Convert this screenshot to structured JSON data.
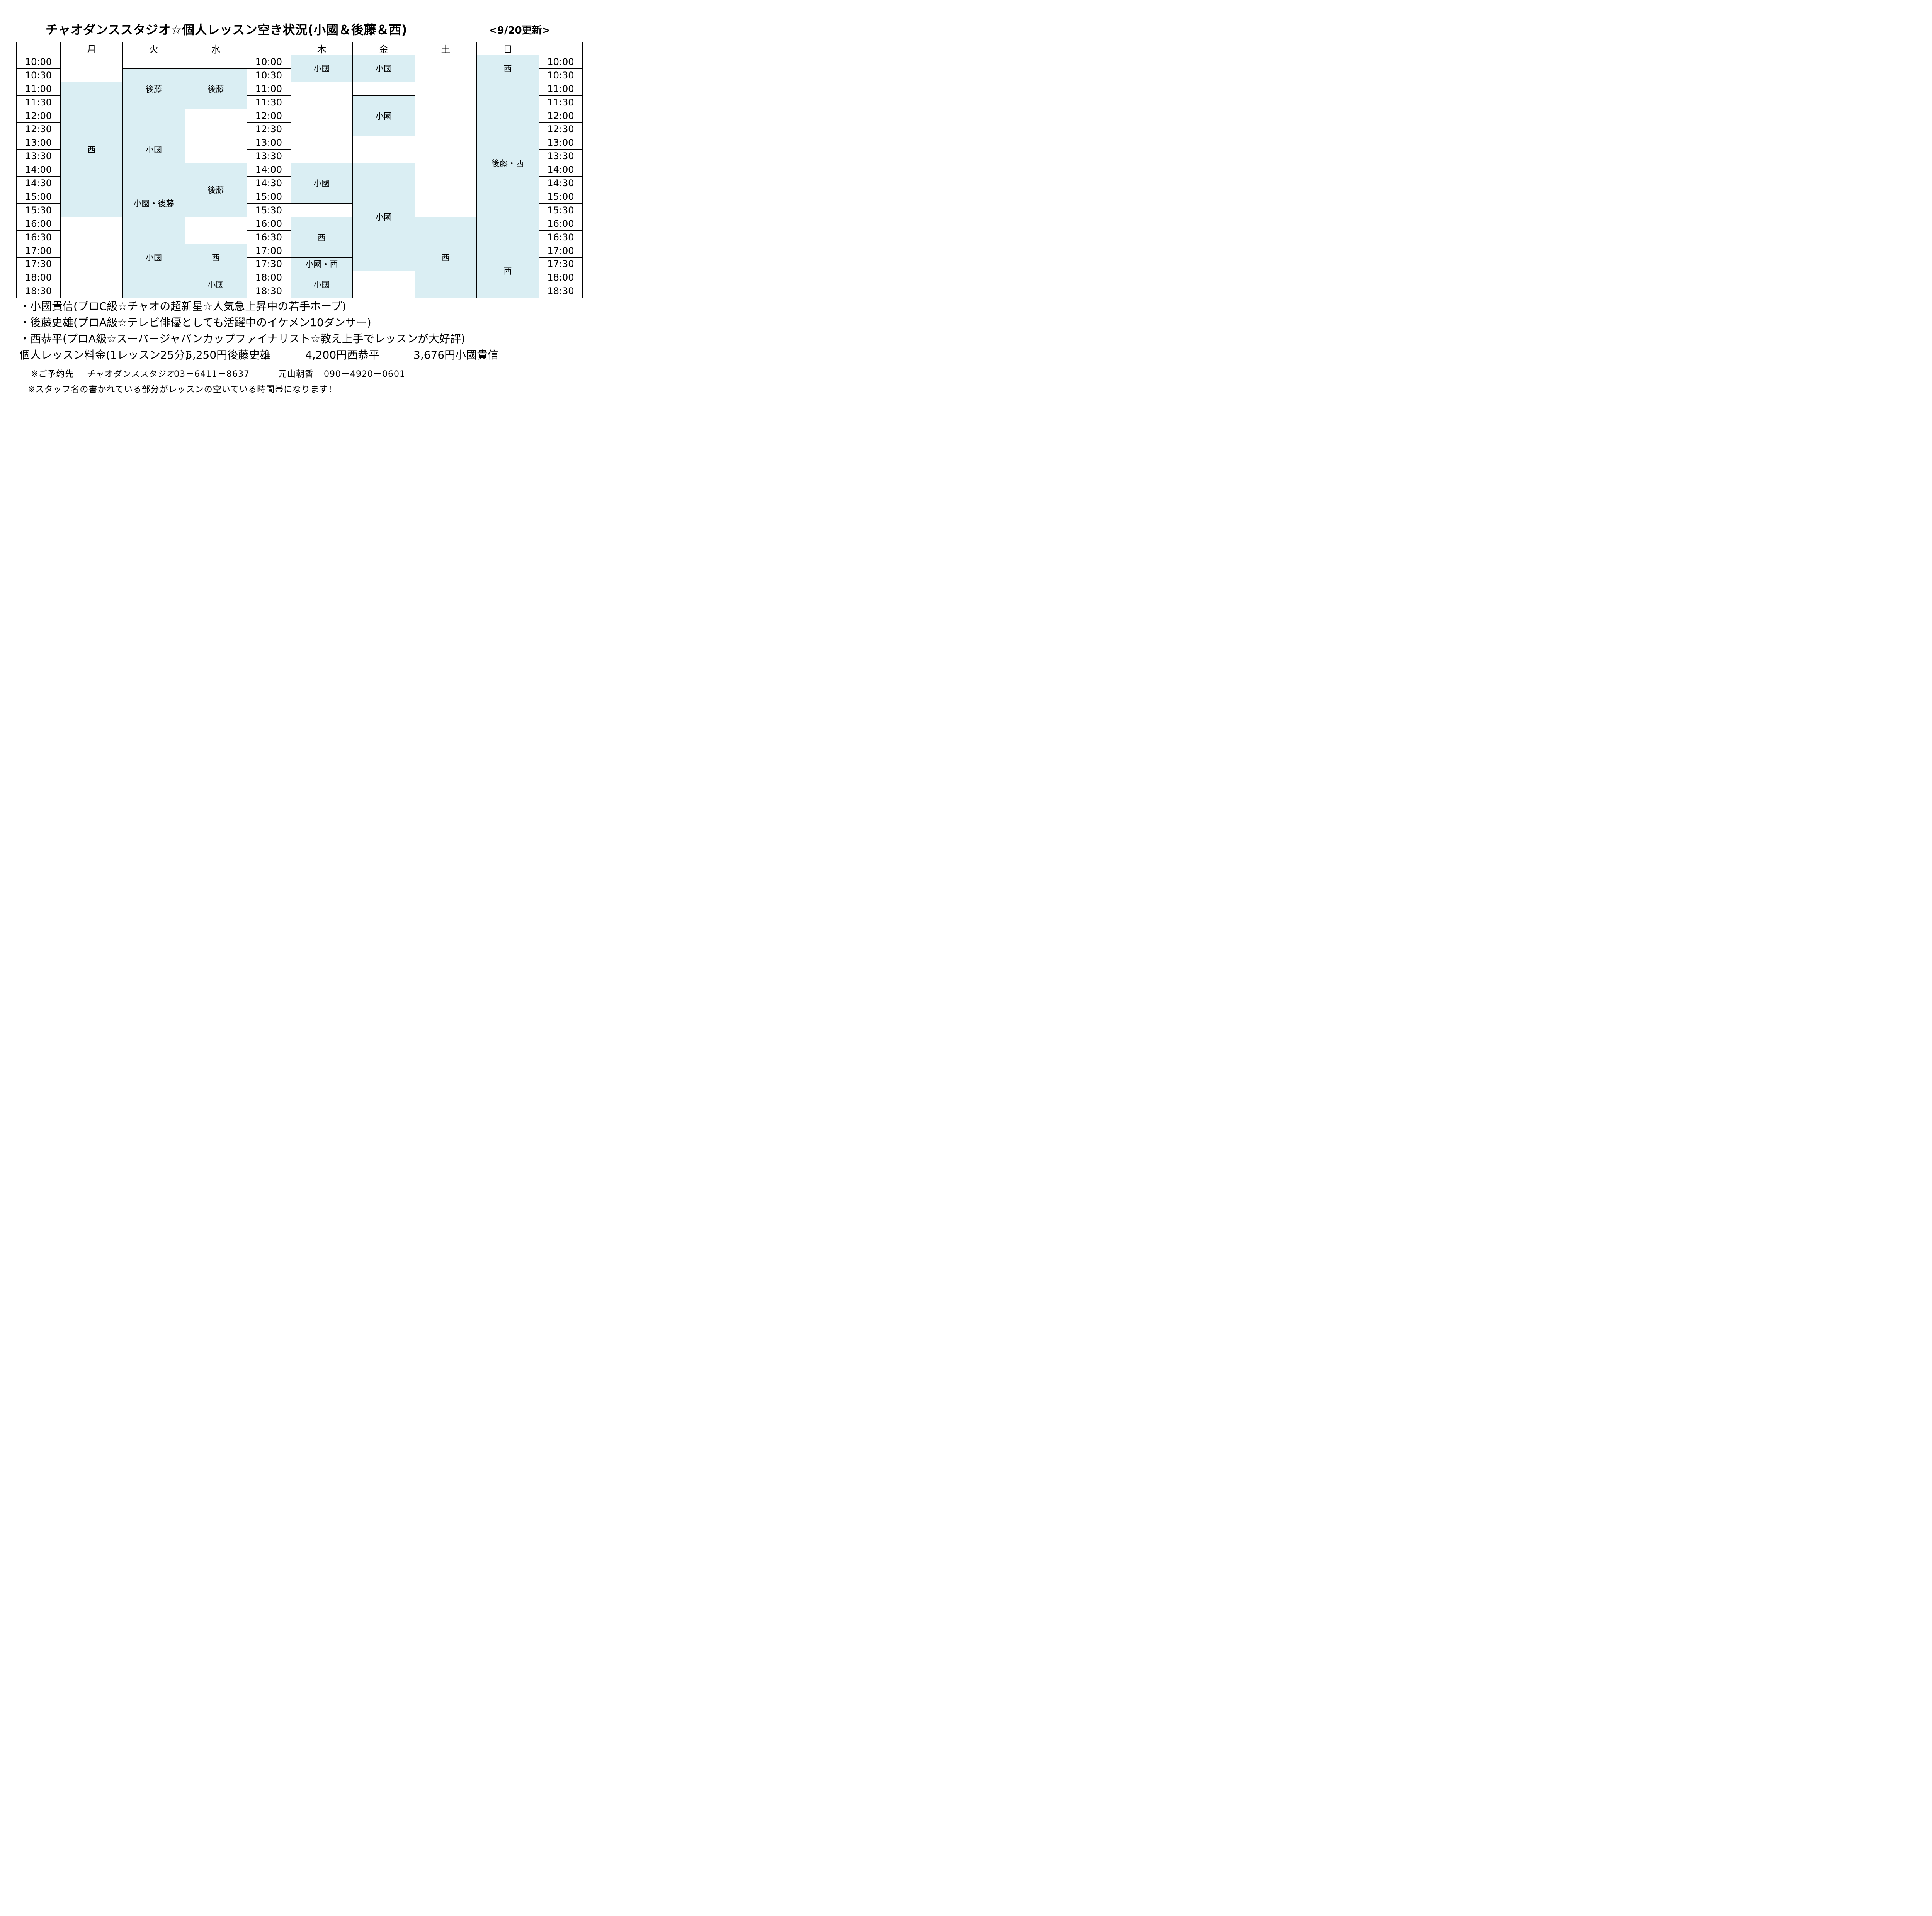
{
  "title": "チャオダンススタジオ☆個人レッスン空き状況(小國＆後藤＆西)",
  "updated": "<9/20更新>",
  "schedule": {
    "headers": [
      "",
      "月",
      "火",
      "水",
      "",
      "木",
      "金",
      "土",
      "日",
      ""
    ],
    "times": [
      "10:00",
      "10:30",
      "11:00",
      "11:30",
      "12:00",
      "12:30",
      "13:00",
      "13:30",
      "14:00",
      "14:30",
      "15:00",
      "15:30",
      "16:00",
      "16:30",
      "17:00",
      "17:30",
      "18:00",
      "18:30"
    ],
    "day_columns": [
      {
        "day": "月",
        "col": 1,
        "blocks": [
          {
            "start": 0,
            "span": 2,
            "label": "",
            "available": false
          },
          {
            "start": 2,
            "span": 10,
            "label": "西",
            "available": true
          },
          {
            "start": 12,
            "span": 6,
            "label": "",
            "available": false
          }
        ]
      },
      {
        "day": "火",
        "col": 2,
        "blocks": [
          {
            "start": 0,
            "span": 1,
            "label": "",
            "available": false
          },
          {
            "start": 1,
            "span": 3,
            "label": "後藤",
            "available": true
          },
          {
            "start": 4,
            "span": 6,
            "label": "小國",
            "available": true
          },
          {
            "start": 10,
            "span": 2,
            "label": "小國・後藤",
            "available": true
          },
          {
            "start": 12,
            "span": 6,
            "label": "小國",
            "available": true
          }
        ]
      },
      {
        "day": "水",
        "col": 3,
        "blocks": [
          {
            "start": 0,
            "span": 1,
            "label": "",
            "available": false
          },
          {
            "start": 1,
            "span": 3,
            "label": "後藤",
            "available": true
          },
          {
            "start": 4,
            "span": 4,
            "label": "",
            "available": false
          },
          {
            "start": 8,
            "span": 4,
            "label": "後藤",
            "available": true
          },
          {
            "start": 12,
            "span": 2,
            "label": "",
            "available": false
          },
          {
            "start": 14,
            "span": 2,
            "label": "西",
            "available": true
          },
          {
            "start": 16,
            "span": 2,
            "label": "小國",
            "available": true
          }
        ]
      },
      {
        "day": "木",
        "col": 5,
        "blocks": [
          {
            "start": 0,
            "span": 2,
            "label": "小國",
            "available": true
          },
          {
            "start": 2,
            "span": 6,
            "label": "",
            "available": false
          },
          {
            "start": 8,
            "span": 3,
            "label": "小國",
            "available": true
          },
          {
            "start": 11,
            "span": 1,
            "label": "",
            "available": false
          },
          {
            "start": 12,
            "span": 3,
            "label": "西",
            "available": true
          },
          {
            "start": 15,
            "span": 1,
            "label": "小國・西",
            "available": true
          },
          {
            "start": 16,
            "span": 2,
            "label": "小國",
            "available": true
          }
        ]
      },
      {
        "day": "金",
        "col": 6,
        "blocks": [
          {
            "start": 0,
            "span": 2,
            "label": "小國",
            "available": true
          },
          {
            "start": 2,
            "span": 1,
            "label": "",
            "available": false
          },
          {
            "start": 3,
            "span": 3,
            "label": "小國",
            "available": true
          },
          {
            "start": 6,
            "span": 2,
            "label": "",
            "available": false
          },
          {
            "start": 8,
            "span": 8,
            "label": "小國",
            "available": true
          },
          {
            "start": 16,
            "span": 2,
            "label": "",
            "available": false
          }
        ]
      },
      {
        "day": "土",
        "col": 7,
        "blocks": [
          {
            "start": 0,
            "span": 12,
            "label": "",
            "available": false
          },
          {
            "start": 12,
            "span": 6,
            "label": "西",
            "available": true
          }
        ]
      },
      {
        "day": "日",
        "col": 8,
        "blocks": [
          {
            "start": 0,
            "span": 2,
            "label": "西",
            "available": true
          },
          {
            "start": 2,
            "span": 12,
            "label": "後藤・西",
            "available": true
          },
          {
            "start": 14,
            "span": 4,
            "label": "西",
            "available": true
          }
        ]
      }
    ]
  },
  "instructors": [
    "・小國貴信(プロC級☆チャオの超新星☆人気急上昇中の若手ホープ)",
    "・後藤史雄(プロA級☆テレビ俳優としても活躍中のイケメン10ダンサー)",
    "・西恭平(プロA級☆スーパージャパンカップファイナリスト☆教え上手でレッスンが大好評)"
  ],
  "fees": {
    "label": "個人レッスン料金(1レッスン25分)",
    "items": [
      "5,250円後藤史雄",
      "4,200円西恭平",
      "3,676円小國貴信"
    ]
  },
  "contact": {
    "label": "※ご予約先",
    "studio": "チャオダンススタジオ",
    "studio_phone": "03－6411－8637",
    "person": "元山朝香",
    "person_phone": "090－4920－0601"
  },
  "footnote": "※スタッフ名の書かれている部分がレッスンの空いている時間帯になります！",
  "colors": {
    "available": "#daeef3",
    "border": "#000000",
    "background": "#ffffff"
  }
}
